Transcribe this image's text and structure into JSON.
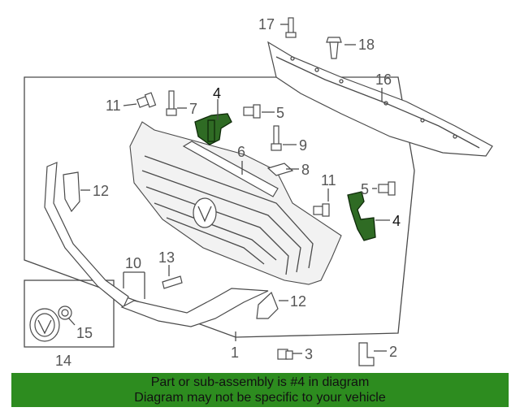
{
  "callouts": {
    "c1": "1",
    "c2": "2",
    "c3": "3",
    "c4a": "4",
    "c4b": "4",
    "c5a": "5",
    "c5b": "5",
    "c6": "6",
    "c7": "7",
    "c8": "8",
    "c9": "9",
    "c10": "10",
    "c11a": "11",
    "c11b": "11",
    "c12a": "12",
    "c12b": "12",
    "c13": "13",
    "c14": "14",
    "c15": "15",
    "c16": "16",
    "c17": "17",
    "c18": "18"
  },
  "highlight_color": "#2f6b24",
  "banner": {
    "line1": "Part or sub-assembly is #4 in diagram",
    "line2": "Diagram may not be specific to your vehicle",
    "color": "#2d8c1f"
  }
}
